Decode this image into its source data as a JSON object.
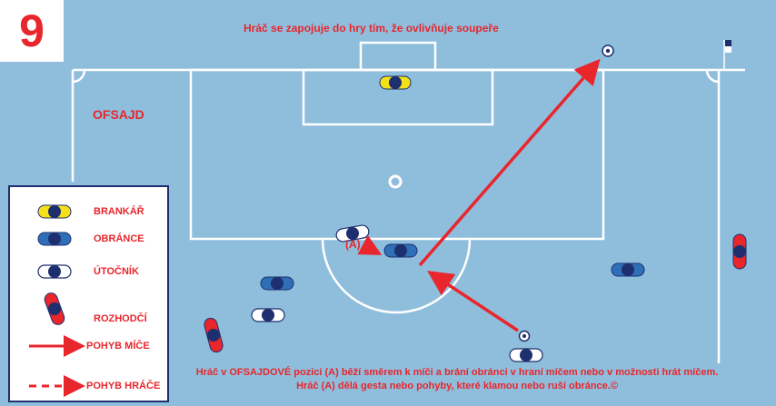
{
  "figure_number": "9",
  "headline": "Hráč se zapojuje do hry tím, že ovlivňuje soupeře",
  "zone_label": "OFSAJD",
  "player_label": "(A)",
  "legend": {
    "goalkeeper": "BRANKÁŘ",
    "defender": "OBRÁNCE",
    "attacker": "ÚTOČNÍK",
    "referee": "ROZHODČÍ",
    "ball_movement": "POHYB MÍČE",
    "player_movement": "POHYB HRÁČE"
  },
  "caption": "Hráč v OFSAJDOVÉ pozici (A) běží směrem k míči a brání obránci v hraní míčem nebo v možnosti hrát míčem. Hráč (A) dělá gesta nebo pohyby, které klamou nebo ruší obránce.©",
  "colors": {
    "pitch": "#8fbedd",
    "lines": "#ffffff",
    "accent_red": "#e8262c",
    "goalkeeper_yellow": "#f5e11a",
    "defender_blue": "#2f6fb8",
    "attacker_white": "#ffffff",
    "player_dark": "#1d2f6e"
  }
}
